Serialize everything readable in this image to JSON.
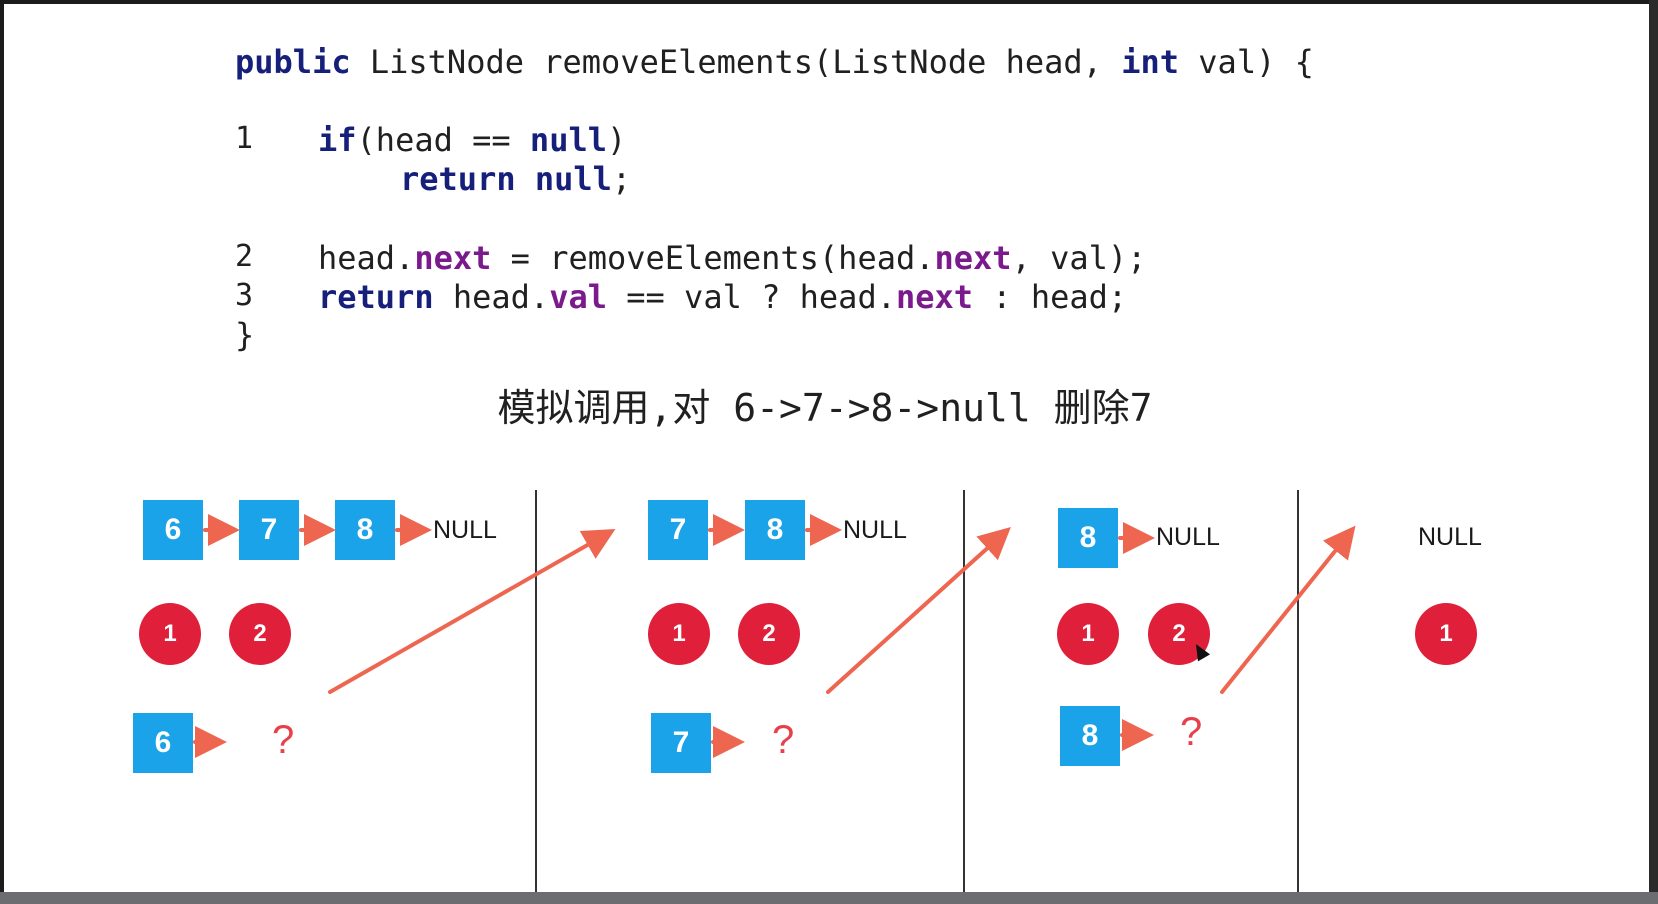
{
  "code": {
    "signature": {
      "kw1": "public",
      "t1": " ListNode removeElements(ListNode head, ",
      "kw2": "int",
      "t2": " val) {"
    },
    "line1": {
      "number": "1",
      "kw1": "if",
      "t1": "(head == ",
      "kw2": "null",
      "t2": ")"
    },
    "line1b": {
      "kw1": "return",
      "t1": " ",
      "kw2": "null",
      "t2": ";"
    },
    "line2": {
      "number": "2",
      "t1": "head.",
      "f1": "next",
      "t2": " = removeElements(head.",
      "f2": "next",
      "t3": ", val);"
    },
    "line3": {
      "number": "3",
      "kw1": "return",
      "t1": " head.",
      "f1": "val",
      "t2": " == val ? head.",
      "f2": "next",
      "t3": " : head;"
    },
    "closing": "}"
  },
  "caption": "模拟调用,对 6->7->8->null 删除7",
  "panels": [
    {
      "list": [
        "6",
        "7",
        "8"
      ],
      "null_label": "NULL",
      "steps": [
        "1",
        "2"
      ],
      "head_node": "6",
      "unknown": "?"
    },
    {
      "list": [
        "7",
        "8"
      ],
      "null_label": "NULL",
      "steps": [
        "1",
        "2"
      ],
      "head_node": "7",
      "unknown": "?"
    },
    {
      "list": [
        "8"
      ],
      "null_label": "NULL",
      "steps": [
        "1",
        "2"
      ],
      "head_node": "8",
      "unknown": "?"
    },
    {
      "list": [],
      "null_label": "NULL",
      "steps": [
        "1"
      ]
    }
  ],
  "colors": {
    "node_fill": "#1aa3e8",
    "step_fill": "#e0203a",
    "arrow": "#ee6650",
    "keyword": "#16207a",
    "field": "#7a1a8c"
  }
}
